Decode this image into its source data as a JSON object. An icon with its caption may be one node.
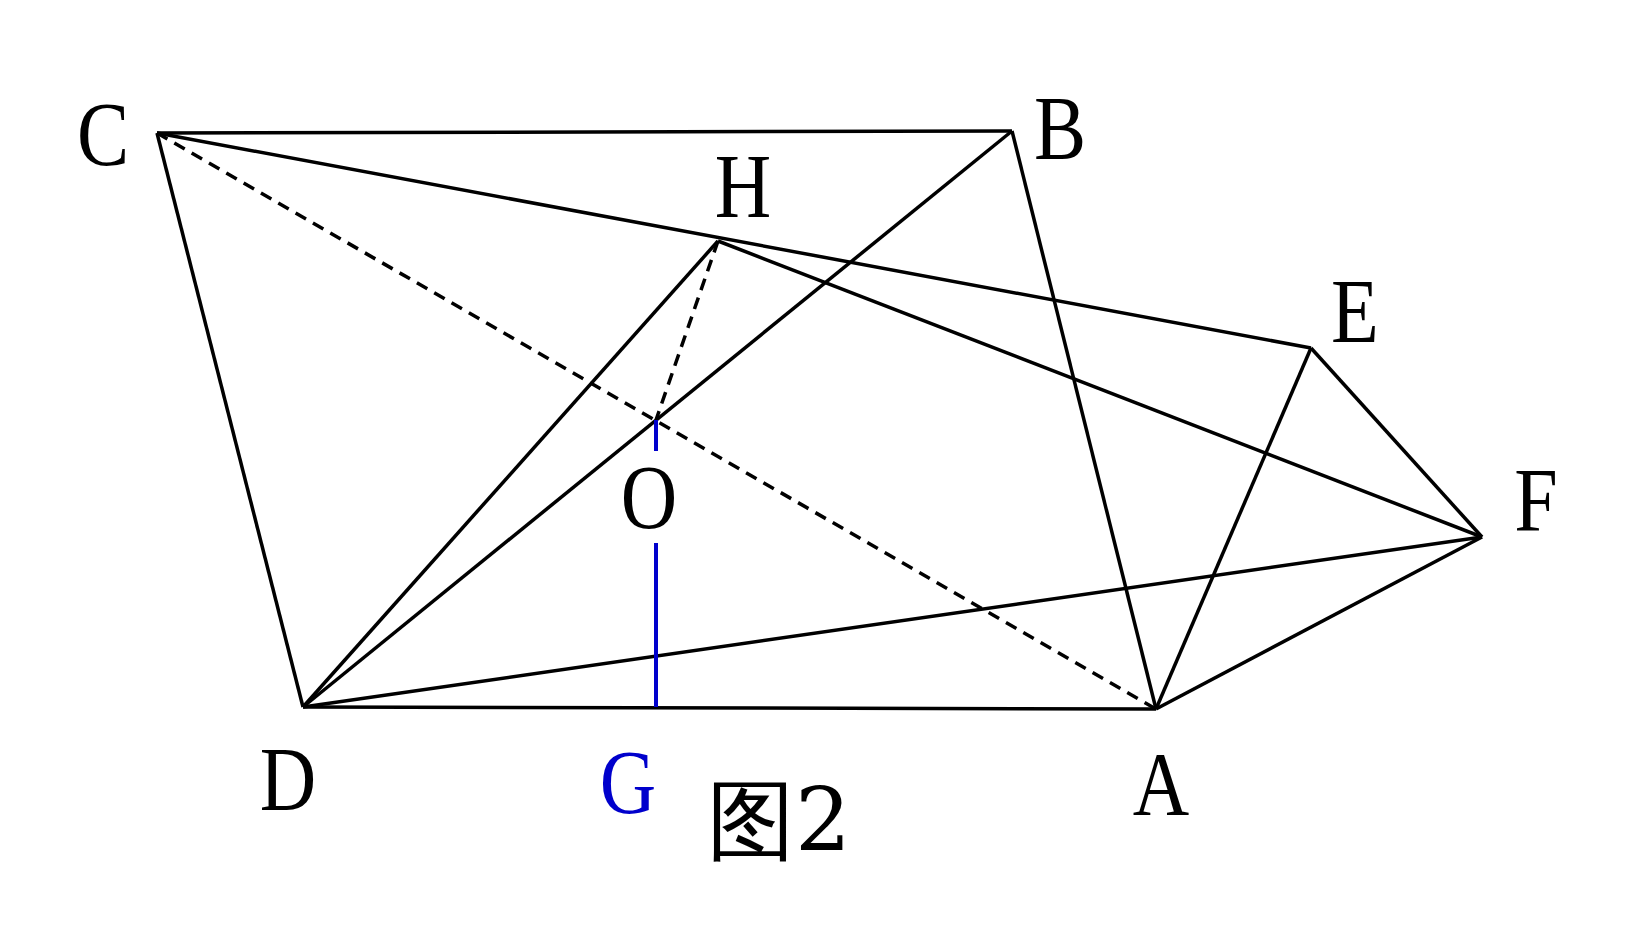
{
  "diagram": {
    "caption": "图2",
    "labels": [
      "C",
      "B",
      "H",
      "E",
      "O",
      "F",
      "D",
      "G",
      "A"
    ]
  }
}
